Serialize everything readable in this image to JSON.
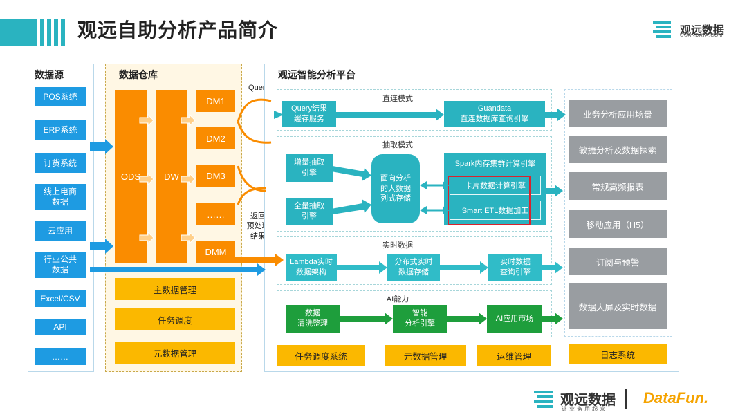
{
  "header": {
    "title": "观远自助分析产品简介",
    "logo_name": "观远数据",
    "logo_sub": "GUANDATA.COM"
  },
  "sources": {
    "title": "数据源",
    "items": [
      "POS系统",
      "ERP系统",
      "订货系统",
      "线上电商\n数据",
      "云应用",
      "行业公共\n数据",
      "Excel/CSV",
      "API",
      "……"
    ]
  },
  "warehouse": {
    "title": "数据仓库",
    "ods": "ODS",
    "dw": "DW",
    "dms": [
      "DM1",
      "DM2",
      "DM3",
      "……",
      "DMM"
    ],
    "bottom": [
      "主数据管理",
      "任务调度",
      "元数据管理"
    ]
  },
  "connectors": {
    "query": "Query",
    "return": "返回\n预处理\n结果"
  },
  "platform": {
    "title": "观远智能分析平台",
    "direct": {
      "label": "直连模式",
      "cache": "Query结果\n缓存服务",
      "engine": "Guandata\n直连数据库查询引擎"
    },
    "extract": {
      "label": "抽取模式",
      "incremental": "增量抽取\n引擎",
      "full": "全量抽取\n引擎",
      "store": "面向分析\n的大数据\n列式存储",
      "spark": "Spark内存集群计算引擎",
      "card": "卡片数据计算引擎",
      "etl": "Smart ETL数据加工"
    },
    "realtime": {
      "label": "实时数据",
      "lambda": "Lambda实时\n数据架构",
      "storage": "分布式实时\n数据存储",
      "query": "实时数据\n查询引擎"
    },
    "ai": {
      "label": "AI能力",
      "clean": "数据\n清洗整理",
      "engine": "智能\n分析引擎",
      "market": "AI应用市场"
    },
    "bottom": [
      "任务调度系统",
      "元数据管理",
      "运维管理"
    ]
  },
  "apps": {
    "items": [
      "业务分析应用场景",
      "敏捷分析及数据探索",
      "常规高频报表",
      "移动应用（H5）",
      "订阅与预警",
      "数据大屏及实时数据"
    ],
    "log": "日志系统"
  },
  "footer": {
    "name": "观远数据",
    "sub": "让业务用起来",
    "partner": "DataFun."
  },
  "colors": {
    "blue": "#1e9be2",
    "orange": "#fa8c00",
    "yellow": "#fbb800",
    "teal": "#2ab3c0",
    "green": "#1e9e3c",
    "gray": "#999da1",
    "highlight": "#d9232d"
  }
}
